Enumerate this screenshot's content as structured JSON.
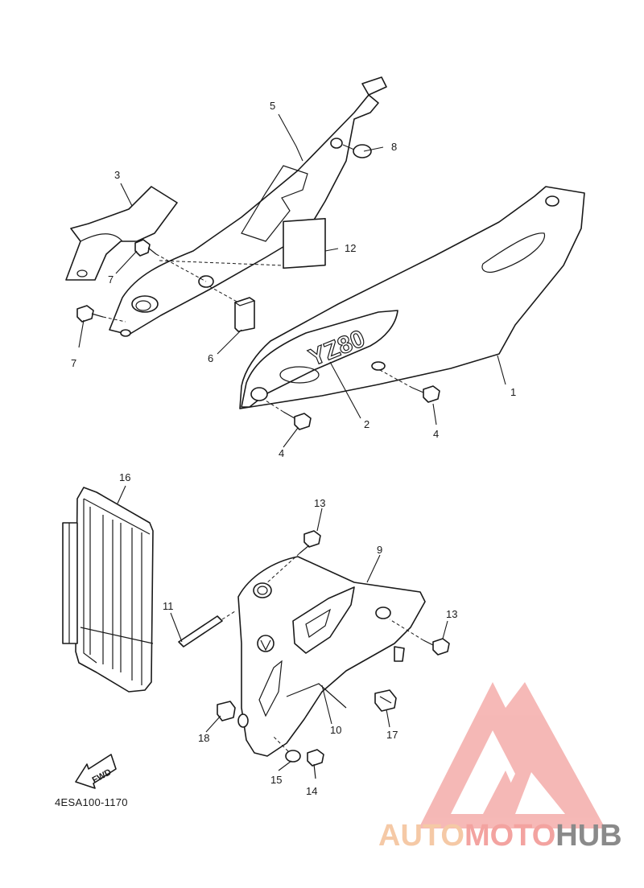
{
  "diagram": {
    "callouts": {
      "c1": "1",
      "c2": "2",
      "c3": "3",
      "c4a": "4",
      "c4b": "4",
      "c5": "5",
      "c6": "6",
      "c7a": "7",
      "c7b": "7",
      "c8": "8",
      "c9": "9",
      "c10": "10",
      "c11": "11",
      "c12": "12",
      "c13a": "13",
      "c13b": "13",
      "c14": "14",
      "c15": "15",
      "c16": "16",
      "c17": "17",
      "c18": "18"
    },
    "decal_text": "YZ80",
    "fwd_label": "FWD",
    "diagram_code": "4ESA100-1170"
  },
  "watermark": {
    "brand_part1": "AUTO",
    "brand_part2": "MOTO",
    "brand_part3": "HUB",
    "colors": {
      "logo": "#f3a3a0",
      "auto": "#f5c9a6",
      "moto": "#f3a3a0",
      "hub": "#8a8a8a"
    }
  }
}
